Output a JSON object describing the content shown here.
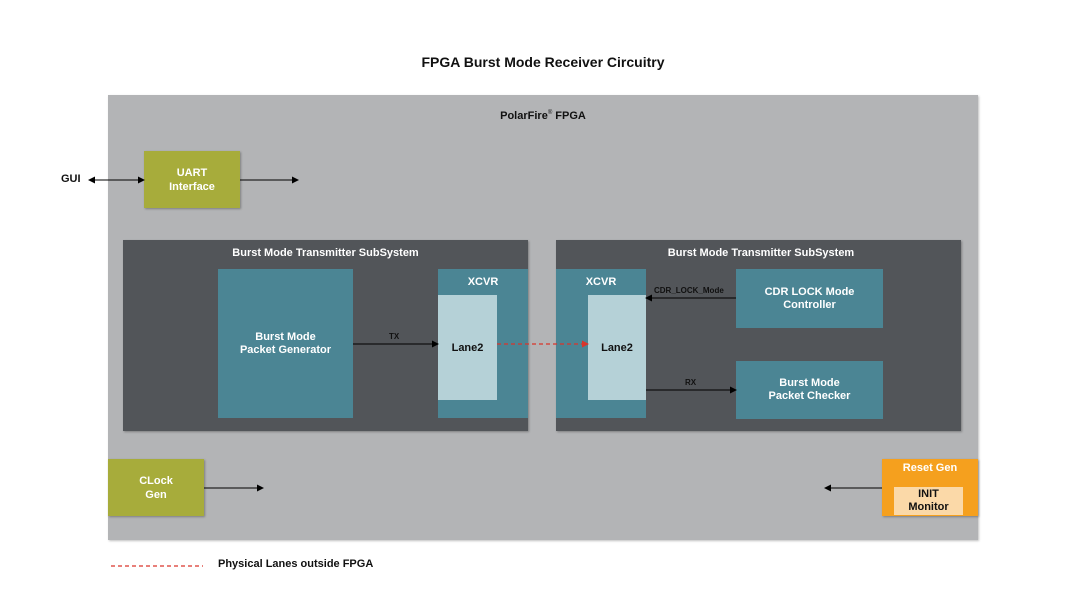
{
  "title": "FPGA Burst Mode Receiver Circuitry",
  "fpga": {
    "label": "PolarFire",
    "label_mark": "®",
    "label_suffix": " FPGA"
  },
  "gui_label": "GUI",
  "uart": {
    "line1": "UART",
    "line2": "Interface"
  },
  "clock": {
    "line1": "CLock",
    "line2": "Gen"
  },
  "tx_subsystem": {
    "title": "Burst Mode Transmitter SubSystem",
    "generator": {
      "line1": "Burst Mode",
      "line2": "Packet Generator"
    },
    "xcvr_label": "XCVR",
    "lane_label": "Lane2",
    "tx_label": "TX"
  },
  "rx_subsystem": {
    "title": "Burst Mode Transmitter SubSystem",
    "xcvr_label": "XCVR",
    "lane_label": "Lane2",
    "cdr": {
      "line1": "CDR LOCK Mode",
      "line2": "Controller"
    },
    "cdr_signal": "CDR_LOCK_Mode",
    "checker": {
      "line1": "Burst Mode",
      "line2": "Packet Checker"
    },
    "rx_label": "RX"
  },
  "reset": {
    "label": "Reset Gen",
    "init_line1": "INIT",
    "init_line2": "Monitor"
  },
  "legend": {
    "label": "Physical Lanes outside FPGA",
    "line_color": "#d9342b"
  },
  "colors": {
    "fpga_bg": "#b3b4b6",
    "olive": "#a7ac3b",
    "subsystem": "#525559",
    "teal": "#4b8594",
    "lane": "#b5d1d7",
    "reset": "#f5a01e",
    "init": "#fbd9a8"
  }
}
